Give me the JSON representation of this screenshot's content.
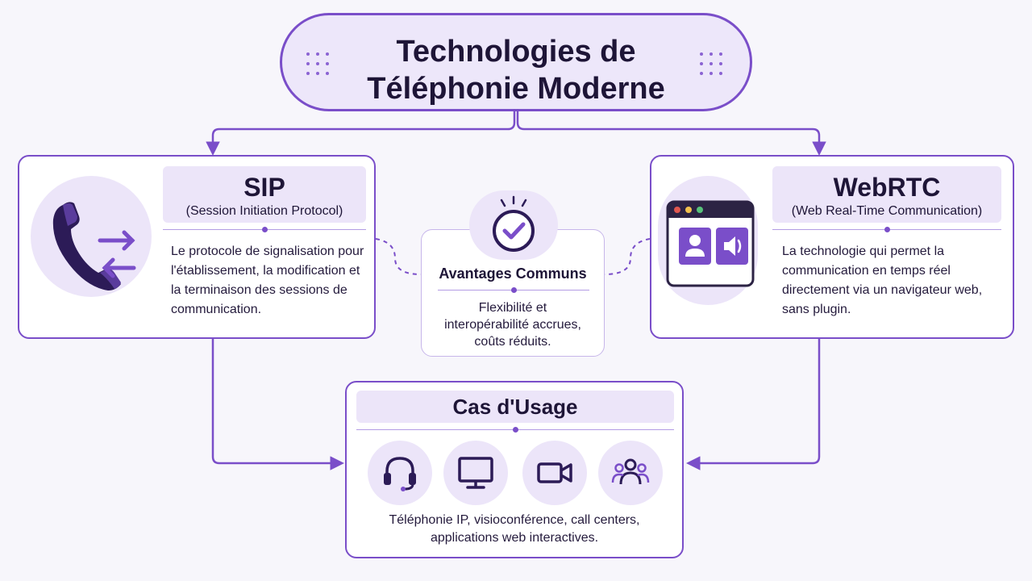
{
  "title": {
    "line1": "Technologies de",
    "line2": "Téléphonie Moderne"
  },
  "sip": {
    "name": "SIP",
    "full_name": "(Session Initiation Protocol)",
    "description": [
      "Le protocole de signalisation pour",
      "l'établissement, la modification et",
      "la terminaison des sessions de",
      "communication."
    ],
    "icon": "phone-handset-icon"
  },
  "webrtc": {
    "name": "WebRTC",
    "full_name": "(Web Real-Time Communication)",
    "description": [
      "La technologie qui permet la",
      "communication en temps réel",
      "directement via un navigateur web,",
      "sans plugin."
    ],
    "icon": "browser-window-icon"
  },
  "advantages": {
    "title": "Avantages Communs",
    "text": [
      "Flexibilité et",
      "interopérabilité accrues,",
      "coûts réduits."
    ],
    "icon": "checkmark-circle-icon"
  },
  "use_cases": {
    "title": "Cas d'Usage",
    "icons": [
      "headset-icon",
      "monitor-icon",
      "video-camera-icon",
      "group-icon"
    ],
    "text": [
      "Téléphonie IP, visioconférence, call centers,",
      "applications web interactives."
    ]
  },
  "colors": {
    "accent": "#7a4ec9",
    "accent_dark": "#4a2a8c",
    "tint": "#ede7fa",
    "text": "#1e1537",
    "background": "#f7f6fb"
  }
}
